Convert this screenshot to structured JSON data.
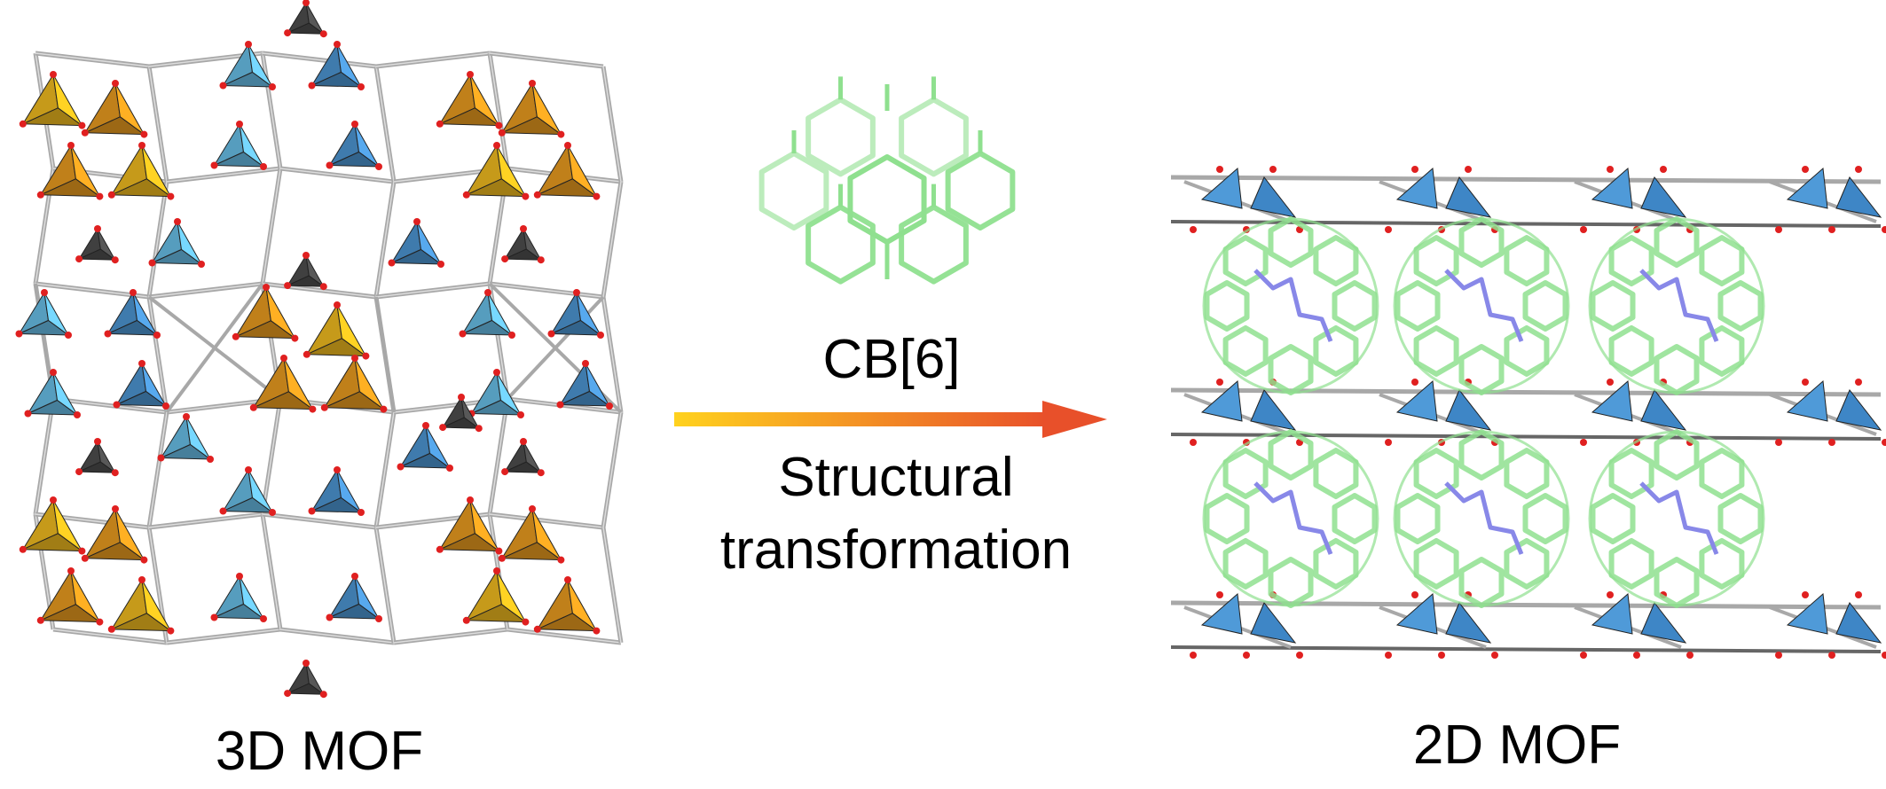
{
  "labels": {
    "left_structure": "3D MOF",
    "right_structure": "2D MOF",
    "guest_molecule": "CB[6]",
    "arrow_caption_line1": "Structural",
    "arrow_caption_line2": "transformation"
  },
  "colors": {
    "orange_polyhedra": "#f0a020",
    "blue_polyhedra": "#4f9ad8",
    "gray_tetrahedra": "#505050",
    "linker_bonds": "#a8a8a8",
    "oxygen_atoms": "#e02020",
    "cb6_green": "#8fe08f",
    "guest_purple": "#8888e8",
    "arrow_start": "#ffd21e",
    "arrow_end": "#e8502a"
  }
}
